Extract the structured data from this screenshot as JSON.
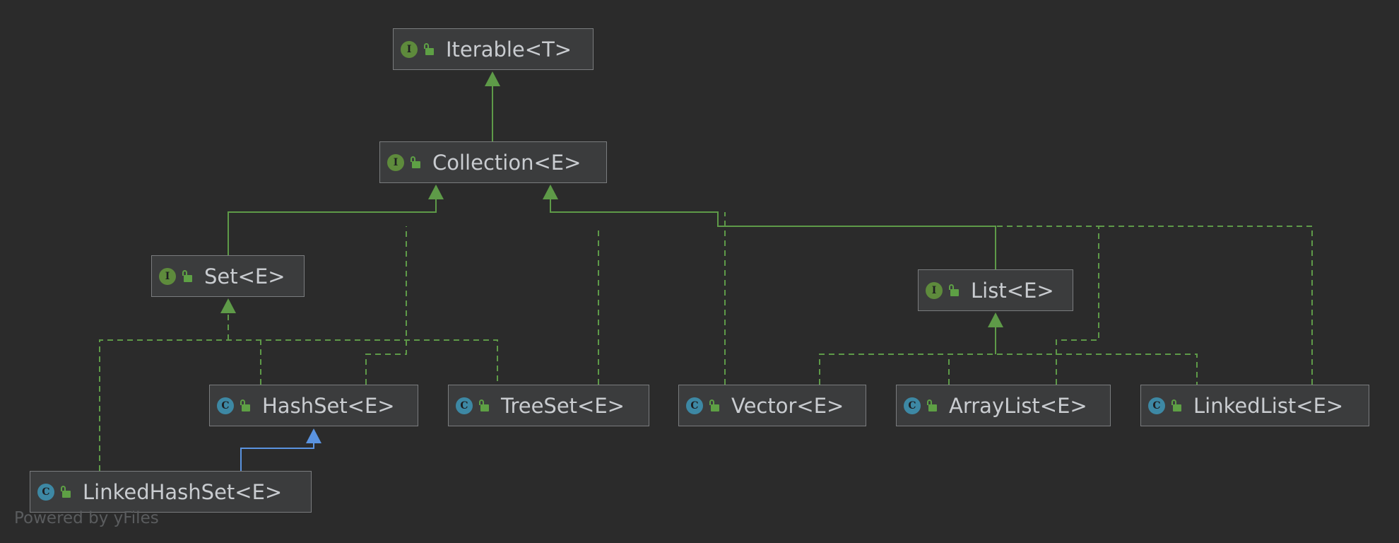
{
  "colors": {
    "background": "#2b2b2b",
    "node_fill": "#3b3c3d",
    "node_border": "#7a7c7e",
    "inheritance_edge": "#5e9a48",
    "class_extends_edge": "#5a93e0",
    "interface_badge": "#5e8b3c",
    "class_badge": "#3d88a4",
    "text": "#c9ccd0",
    "footer_text": "#5a5c5e"
  },
  "nodes": {
    "iterable": {
      "label": "Iterable<T>",
      "kind": "interface",
      "badge": "I",
      "icon": "lock-open-icon"
    },
    "collection": {
      "label": "Collection<E>",
      "kind": "interface",
      "badge": "I",
      "icon": "lock-open-icon"
    },
    "set": {
      "label": "Set<E>",
      "kind": "interface",
      "badge": "I",
      "icon": "lock-open-icon"
    },
    "list": {
      "label": "List<E>",
      "kind": "interface",
      "badge": "I",
      "icon": "lock-open-icon"
    },
    "hashset": {
      "label": "HashSet<E>",
      "kind": "class",
      "badge": "C",
      "icon": "lock-open-icon"
    },
    "treeset": {
      "label": "TreeSet<E>",
      "kind": "class",
      "badge": "C",
      "icon": "lock-open-icon"
    },
    "vector": {
      "label": "Vector<E>",
      "kind": "class",
      "badge": "C",
      "icon": "lock-open-icon"
    },
    "arraylist": {
      "label": "ArrayList<E>",
      "kind": "class",
      "badge": "C",
      "icon": "lock-open-icon"
    },
    "linkedlist": {
      "label": "LinkedList<E>",
      "kind": "class",
      "badge": "C",
      "icon": "lock-open-icon"
    },
    "linkedhashset": {
      "label": "LinkedHashSet<E>",
      "kind": "class",
      "badge": "C",
      "icon": "lock-open-icon"
    }
  },
  "edges": [
    {
      "from": "collection",
      "to": "iterable",
      "relation": "extends",
      "style": "solid"
    },
    {
      "from": "set",
      "to": "collection",
      "relation": "extends",
      "style": "solid"
    },
    {
      "from": "list",
      "to": "collection",
      "relation": "extends",
      "style": "solid"
    },
    {
      "from": "hashset",
      "to": "set",
      "relation": "implements",
      "style": "dashed"
    },
    {
      "from": "treeset",
      "to": "set",
      "relation": "implements",
      "style": "dashed"
    },
    {
      "from": "linkedhashset",
      "to": "set",
      "relation": "implements",
      "style": "dashed"
    },
    {
      "from": "hashset",
      "to": "collection",
      "relation": "implements",
      "style": "dashed"
    },
    {
      "from": "treeset",
      "to": "collection",
      "relation": "implements",
      "style": "dashed"
    },
    {
      "from": "vector",
      "to": "collection",
      "relation": "implements",
      "style": "dashed"
    },
    {
      "from": "arraylist",
      "to": "collection",
      "relation": "implements",
      "style": "dashed"
    },
    {
      "from": "linkedlist",
      "to": "collection",
      "relation": "implements",
      "style": "dashed"
    },
    {
      "from": "vector",
      "to": "list",
      "relation": "implements",
      "style": "dashed"
    },
    {
      "from": "arraylist",
      "to": "list",
      "relation": "implements",
      "style": "dashed"
    },
    {
      "from": "linkedlist",
      "to": "list",
      "relation": "implements",
      "style": "dashed"
    },
    {
      "from": "linkedhashset",
      "to": "hashset",
      "relation": "extends",
      "style": "solid-blue"
    }
  ],
  "footer": {
    "text": "Powered by yFiles"
  }
}
